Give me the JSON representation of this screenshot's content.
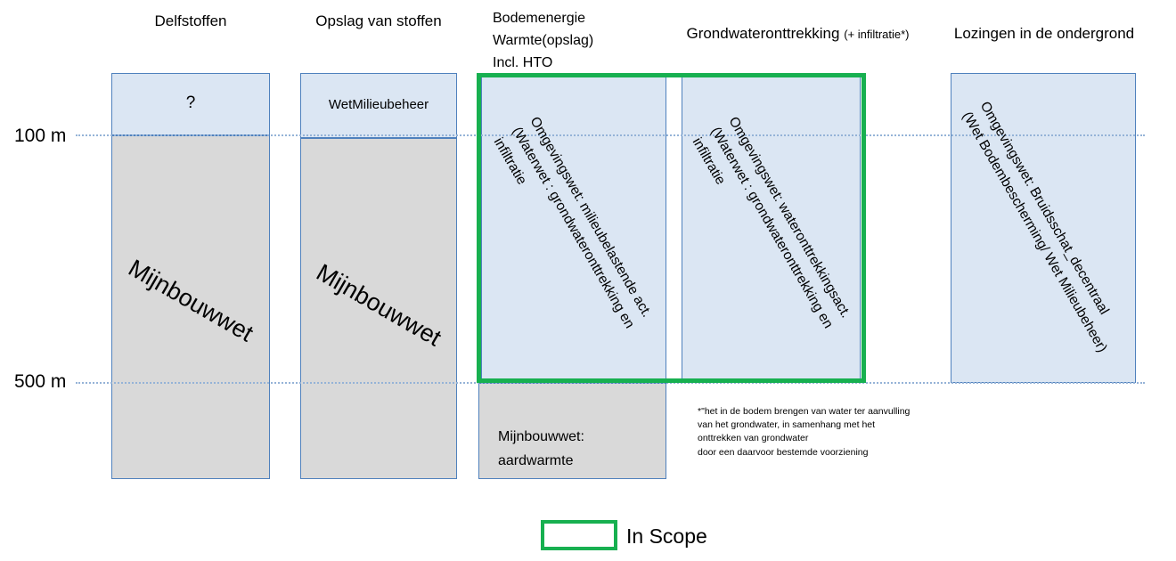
{
  "axis": {
    "depth_100": "100 m",
    "depth_500": "500 m"
  },
  "columns": {
    "delfstoffen": {
      "header": "Delfstoffen",
      "top_label": "?",
      "law": "Mijnbouwwet"
    },
    "opslag": {
      "header": "Opslag van stoffen",
      "top_label": "WetMilieubeheer",
      "law": "Mijnbouwwet"
    },
    "bodemenergie": {
      "header_lines": {
        "0": "Bodemenergie",
        "1": "Warmte(opslag)",
        "2": "Incl. HTO"
      },
      "law_lines": {
        "0": "Omgevingswet: milieubelastende act.",
        "1": "(Waterwet : grondwateronttrekking en",
        "2": "infiltratie"
      },
      "bottom_lines": {
        "0": "Mijnbouwwet:",
        "1": "aardwarmte"
      }
    },
    "grondwater": {
      "header": "Grondwateronttrekking",
      "header_small": "(+ infiltratie*)",
      "law_lines": {
        "0": "Omgevingswet: wateronttrekkingsact.",
        "1": "(Waterwet : grondwateronttrekking en",
        "2": "infiltratie"
      }
    },
    "lozingen": {
      "header": "Lozingen in de ondergrond",
      "law_lines": {
        "0": "Omgevingswet: Bruidsschat_decentraal",
        "1": "(Wet Bodembescherming/ Wet Milieubeheer)"
      }
    }
  },
  "footnote": {
    "lines": {
      "0": "*\"het in de bodem brengen van water ter aanvulling",
      "1": "van het grondwater, in samenhang met het",
      "2": "onttrekken van grondwater",
      "3": " door een daarvoor bestemde voorziening"
    }
  },
  "legend": {
    "label": "In Scope"
  },
  "colors": {
    "scope_green": "#17b050",
    "box_blue_fill": "#dbe6f3",
    "box_gray_fill": "#d9d9d9",
    "box_border": "#4f81bd",
    "dotted_line": "#95b3d7"
  }
}
